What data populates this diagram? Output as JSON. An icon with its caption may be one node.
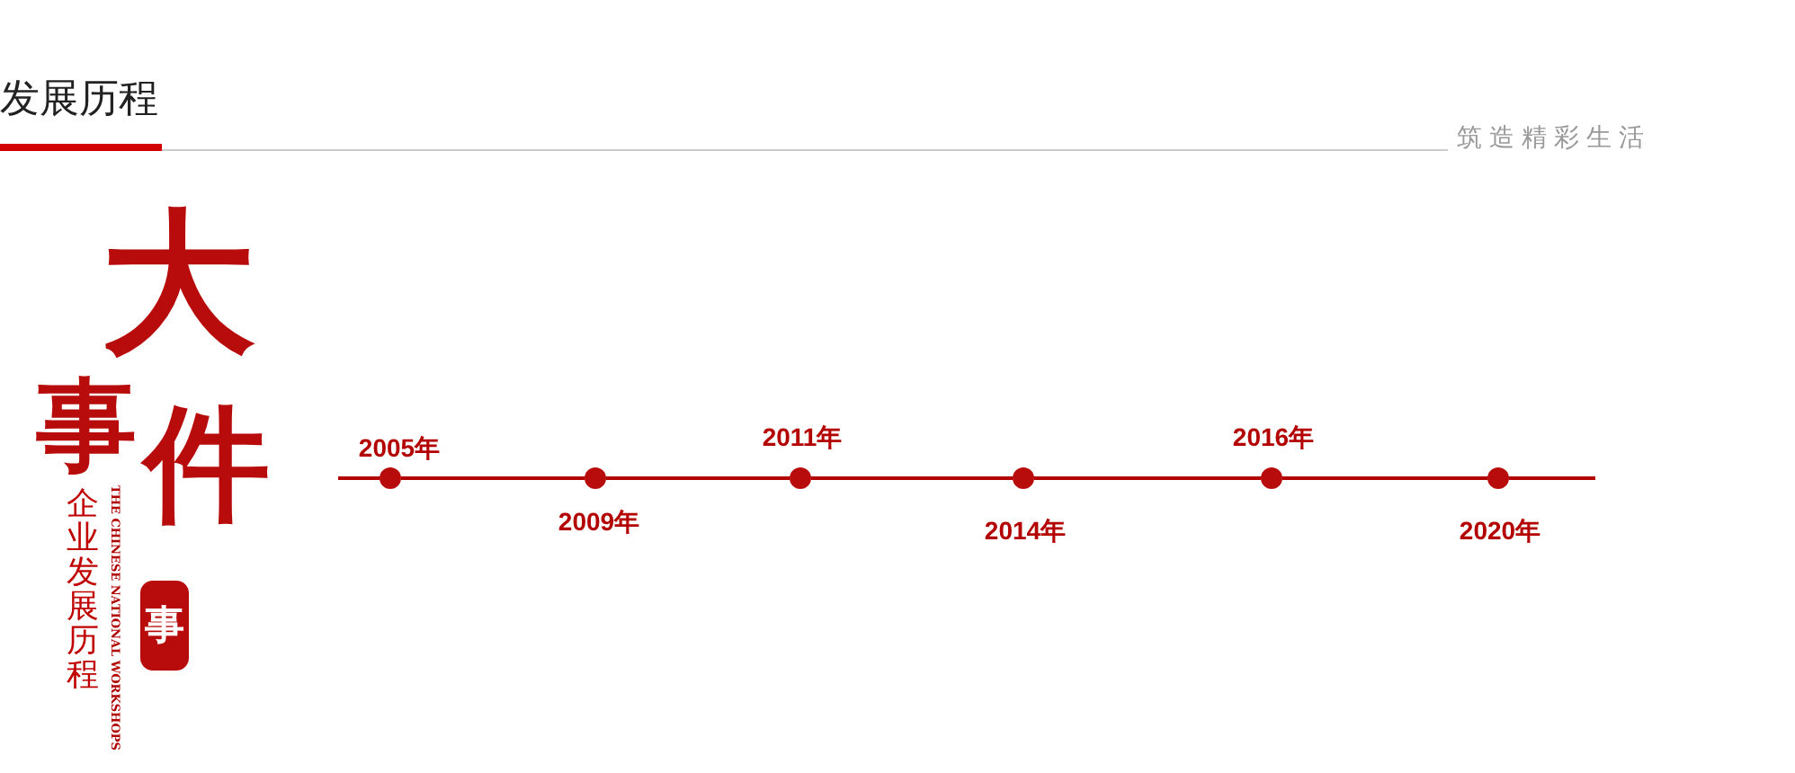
{
  "diagram": {
    "title": "发展历程",
    "nodes": [
      {
        "text": [],
        "shape": "circle",
        "beside": [
          "2005年"
        ]
      },
      {
        "text": [],
        "shape": "circle",
        "beside": [
          "2009年"
        ]
      },
      {
        "text": [],
        "shape": "circle",
        "beside": [
          "2011年"
        ]
      },
      {
        "text": [],
        "shape": "circle",
        "beside": [
          "2014年"
        ]
      },
      {
        "text": [],
        "shape": "circle",
        "beside": [
          "2016年"
        ]
      },
      {
        "text": [],
        "shape": "circle",
        "beside": [
          "2020年"
        ]
      }
    ],
    "edges": [
      {
        "from": 0,
        "to": 1,
        "arrow": "none"
      },
      {
        "from": 1,
        "to": 2,
        "arrow": "none"
      },
      {
        "from": 2,
        "to": 3,
        "arrow": "none"
      },
      {
        "from": 3,
        "to": 4,
        "arrow": "none"
      },
      {
        "from": 4,
        "to": 5,
        "arrow": "none"
      }
    ],
    "labels": [
      "筑造精彩生活",
      "大",
      "事",
      "件",
      "企业发展历程",
      "THE CHINESE NATIONAL WORKSHOPS",
      "事"
    ]
  }
}
